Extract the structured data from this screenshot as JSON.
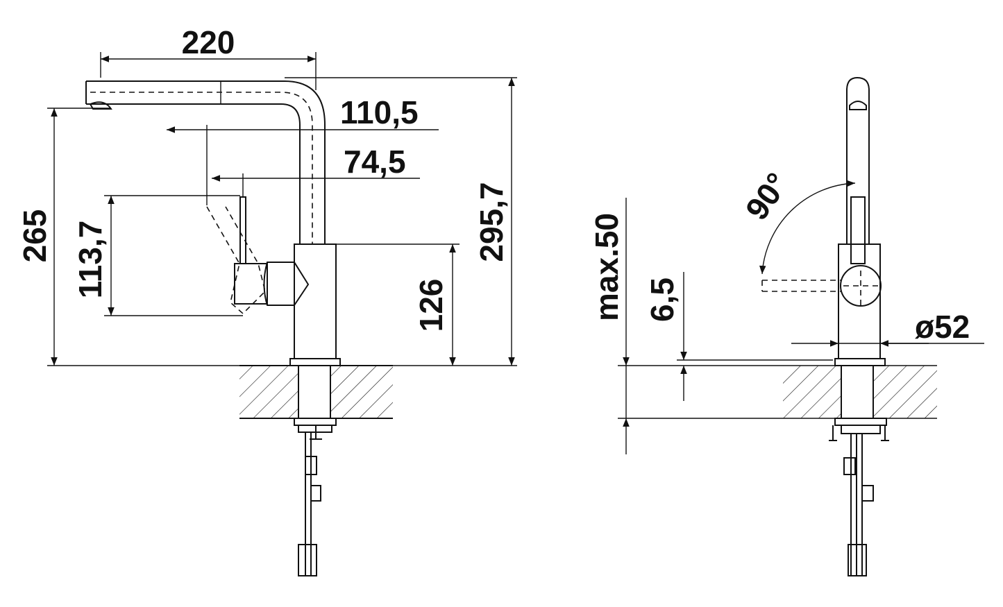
{
  "side_view": {
    "dim_reach": "220",
    "dim_spout_center": "110,5",
    "dim_lever_center": "74,5",
    "dim_total_height": "265",
    "dim_lever_height": "113,7",
    "dim_body_height": "126",
    "dim_overall_height": "295,7"
  },
  "front_view": {
    "dim_lever_angle": "90°",
    "dim_counter_thickness": "max.50",
    "dim_rosette": "6,5",
    "dim_diameter": "ø52"
  }
}
